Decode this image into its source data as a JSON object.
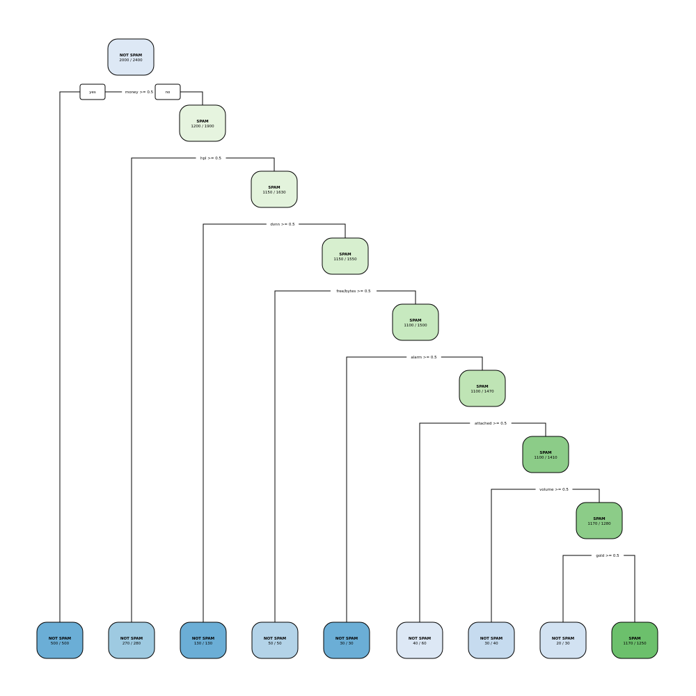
{
  "tree": {
    "nodes": [
      {
        "id": "root",
        "class": "NOT SPAM",
        "counts": "2000 / 2400",
        "fill": "#dde8f5"
      },
      {
        "id": "n1",
        "class": "SPAM",
        "counts": "1200 / 1900",
        "fill": "#e6f4df"
      },
      {
        "id": "n2",
        "class": "SPAM",
        "counts": "1150 / 1630",
        "fill": "#e3f3dc"
      },
      {
        "id": "n3",
        "class": "SPAM",
        "counts": "1150 / 1550",
        "fill": "#d7efcf"
      },
      {
        "id": "n4",
        "class": "SPAM",
        "counts": "1100 / 1500",
        "fill": "#c7e9bf"
      },
      {
        "id": "n5",
        "class": "SPAM",
        "counts": "1100 / 1470",
        "fill": "#bfe4b5"
      },
      {
        "id": "n6",
        "class": "SPAM",
        "counts": "1100 / 1410",
        "fill": "#8ccc88"
      },
      {
        "id": "n7",
        "class": "SPAM",
        "counts": "1170 / 1280",
        "fill": "#8ccc88"
      },
      {
        "id": "L1",
        "class": "NOT SPAM",
        "counts": "500 / 500",
        "fill": "#6baed6"
      },
      {
        "id": "L2",
        "class": "NOT SPAM",
        "counts": "270 / 280",
        "fill": "#9ecae1"
      },
      {
        "id": "L3",
        "class": "NOT SPAM",
        "counts": "130 / 130",
        "fill": "#6baed6"
      },
      {
        "id": "L4",
        "class": "NOT SPAM",
        "counts": "50 / 50",
        "fill": "#b3d3e8"
      },
      {
        "id": "L5",
        "class": "NOT SPAM",
        "counts": "30 / 30",
        "fill": "#6baed6"
      },
      {
        "id": "L6",
        "class": "NOT SPAM",
        "counts": "40 / 60",
        "fill": "#dde8f5"
      },
      {
        "id": "L7",
        "class": "NOT SPAM",
        "counts": "30 / 40",
        "fill": "#c6dbef"
      },
      {
        "id": "L8",
        "class": "NOT SPAM",
        "counts": "20 / 30",
        "fill": "#d2e2f2"
      },
      {
        "id": "L9",
        "class": "SPAM",
        "counts": "1170 / 1250",
        "fill": "#6cc06c"
      }
    ],
    "splits": [
      {
        "parent": "root",
        "label": "money >= 0.5"
      },
      {
        "parent": "n1",
        "label": "hpl >= 0.5"
      },
      {
        "parent": "n2",
        "label": "dvnn >= 0.5"
      },
      {
        "parent": "n3",
        "label": "free/bytes >= 0.5"
      },
      {
        "parent": "n4",
        "label": "alarm >= 0.5"
      },
      {
        "parent": "n5",
        "label": "attached >= 0.5"
      },
      {
        "parent": "n6",
        "label": "volume >= 0.5"
      },
      {
        "parent": "n7",
        "label": "gold >= 0.5"
      }
    ],
    "root_branch_labels": {
      "yes": "yes",
      "no": "no"
    }
  }
}
